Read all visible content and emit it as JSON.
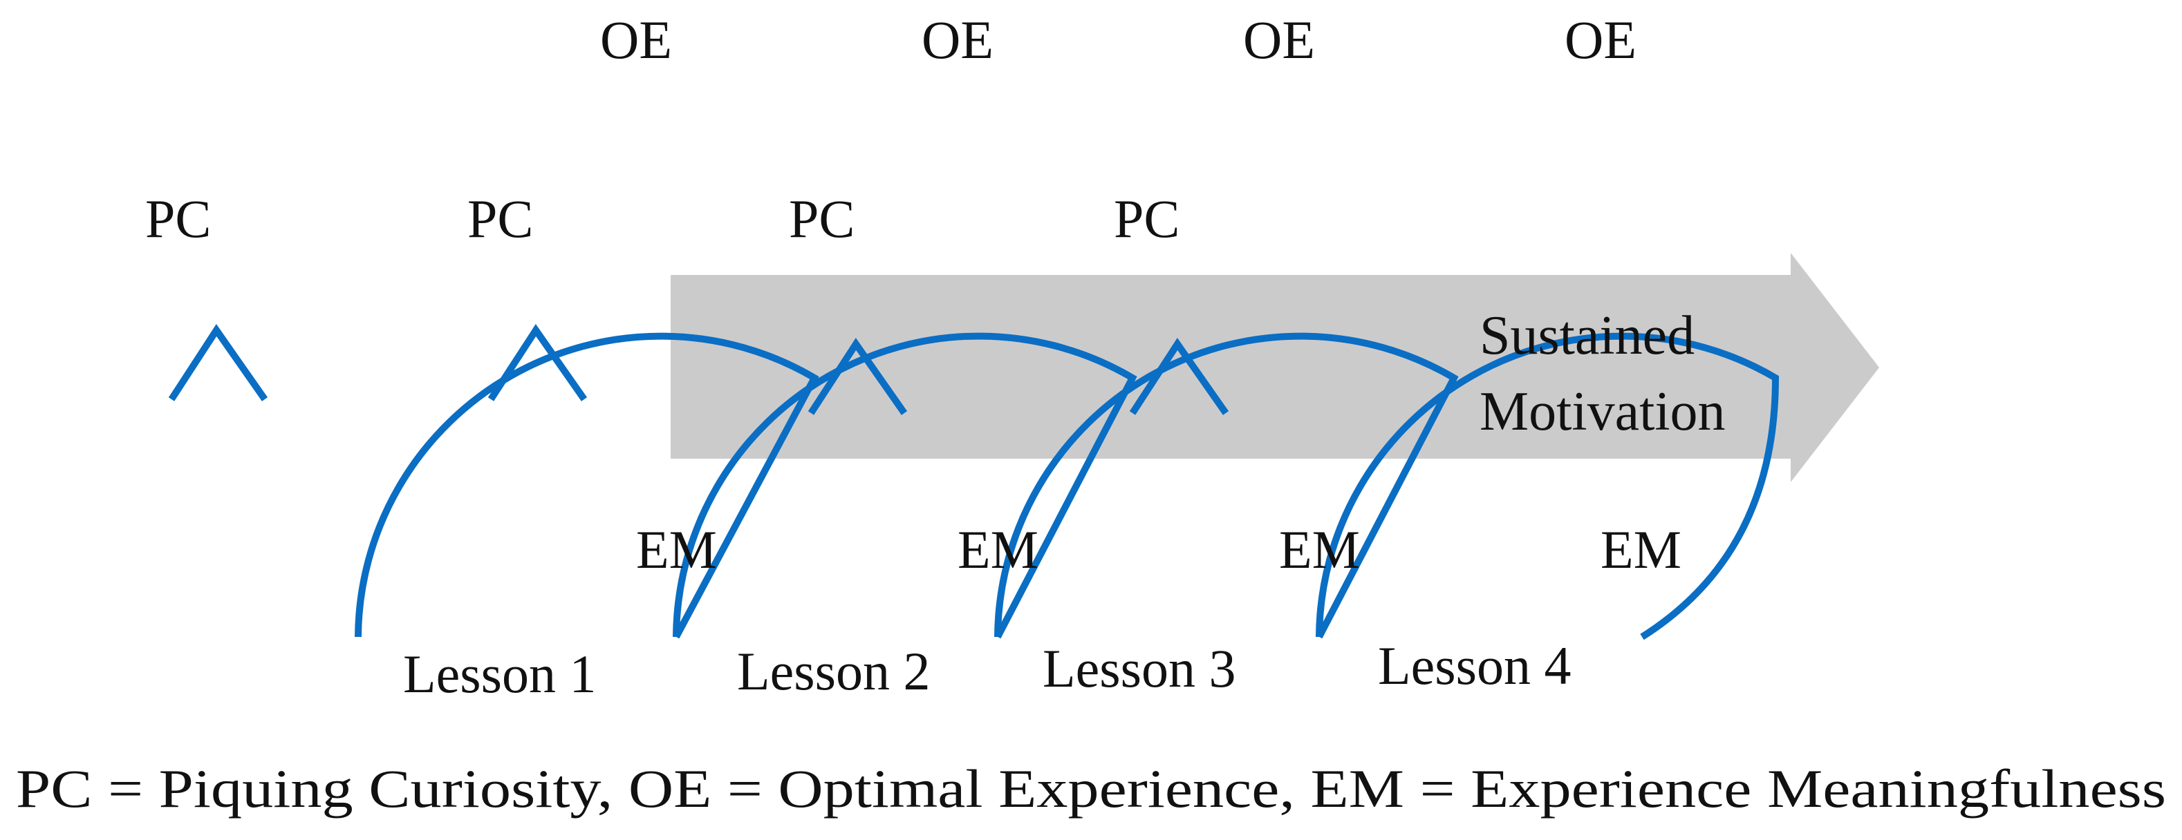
{
  "colors": {
    "loop": "#0a6ec4",
    "arrow": "#cccbcc",
    "text": "#111111"
  },
  "labels": {
    "pc": "PC",
    "oe": "OE",
    "em": "EM"
  },
  "lessons": [
    "Lesson 1",
    "Lesson 2",
    "Lesson 3",
    "Lesson 4"
  ],
  "arrow": {
    "line1": "Sustained",
    "line2": "Motivation"
  },
  "legend": "PC = Piquing Curiosity, OE = Optimal Experience, EM = Experience Meaningfulness"
}
